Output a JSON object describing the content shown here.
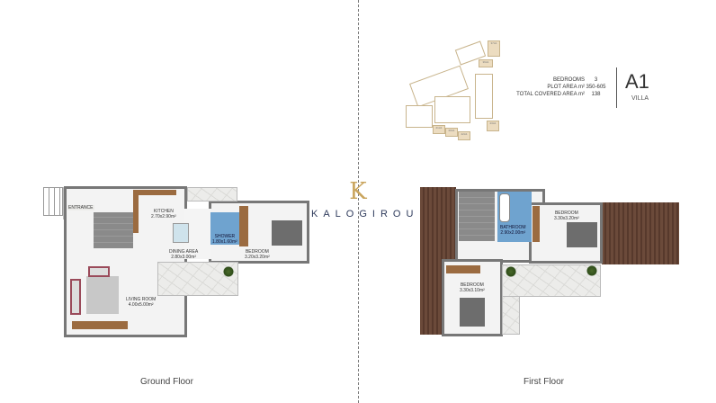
{
  "brand": {
    "logo_letter": "K",
    "name": "KALOGIROU",
    "accent": "#c9a45c",
    "text_color": "#2f3b5c"
  },
  "villa": {
    "code": "A1",
    "type": "VILLA",
    "specs": [
      {
        "label": "BEDROOMS",
        "value": "3"
      },
      {
        "label": "PLOT AREA m²",
        "value": "350-605"
      },
      {
        "label": "TOTAL COVERED AREA m²",
        "value": "138"
      }
    ]
  },
  "site_plan": {
    "highlighted_plots": [
      "37A1",
      "36A1",
      "21A1",
      "20A1",
      "22A1",
      "23A1"
    ]
  },
  "ground_floor": {
    "caption": "Ground Floor",
    "rooms": [
      {
        "name": "ENTRANCE",
        "size": ""
      },
      {
        "name": "KITCHEN",
        "size": "2.70x2.90m²"
      },
      {
        "name": "DINING AREA",
        "size": "2.80x3.00m²"
      },
      {
        "name": "SHOWER",
        "size": "1.80x1.60m²"
      },
      {
        "name": "BEDROOM",
        "size": "3.20x3.20m²"
      },
      {
        "name": "LIVING ROOM",
        "size": "4.00x5.00m²"
      }
    ]
  },
  "first_floor": {
    "caption": "First Floor",
    "rooms": [
      {
        "name": "BATHROOM",
        "size": "2.90x2.00m²"
      },
      {
        "name": "BEDROOM",
        "size": "3.30x3.20m²"
      },
      {
        "name": "BEDROOM",
        "size": "3.30x3.10m²"
      }
    ]
  }
}
